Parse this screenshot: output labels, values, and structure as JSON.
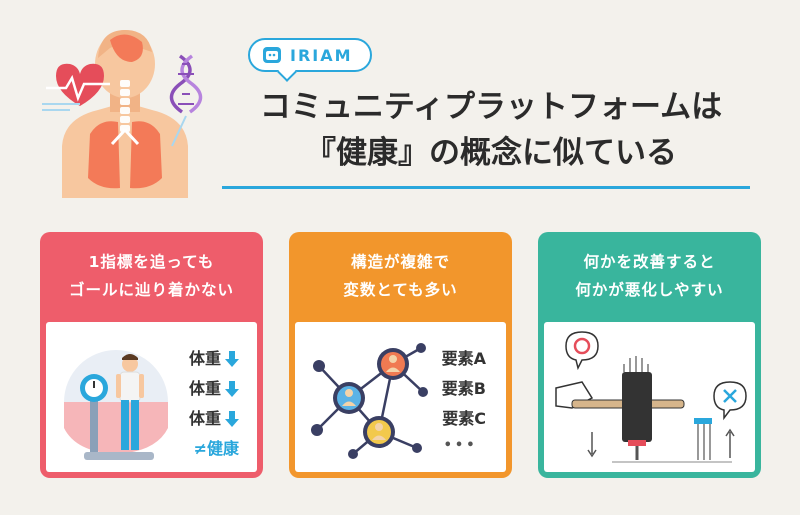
{
  "brand": {
    "name": "IRIAM",
    "accent_color": "#2aa7dc"
  },
  "headline": {
    "line1": "コミュニティプラットフォームは",
    "line2": "『健康』の概念に似ている"
  },
  "cards": [
    {
      "title_line1": "1指標を追っても",
      "title_line2": "ゴールに辿り着かない",
      "color": "#ee5d6b",
      "items": [
        "体重",
        "体重",
        "体重"
      ],
      "conclusion": "≠健康",
      "icons": [
        "person-on-scale-icon",
        "down-arrow-icon"
      ]
    },
    {
      "title_line1": "構造が複雑で",
      "title_line2": "変数とても多い",
      "color": "#f2962c",
      "items": [
        "要素A",
        "要素B",
        "要素C"
      ],
      "more": "•••",
      "icons": [
        "network-nodes-icon"
      ]
    },
    {
      "title_line1": "何かを改善すると",
      "title_line2": "何かが悪化しやすい",
      "color": "#39b59d",
      "icons": [
        "whack-a-mole-icon",
        "circle-mark-icon",
        "cross-mark-icon"
      ]
    }
  ],
  "icons": [
    "anatomy-illustration-icon",
    "heart-icon",
    "dna-icon",
    "brand-logo-icon"
  ]
}
